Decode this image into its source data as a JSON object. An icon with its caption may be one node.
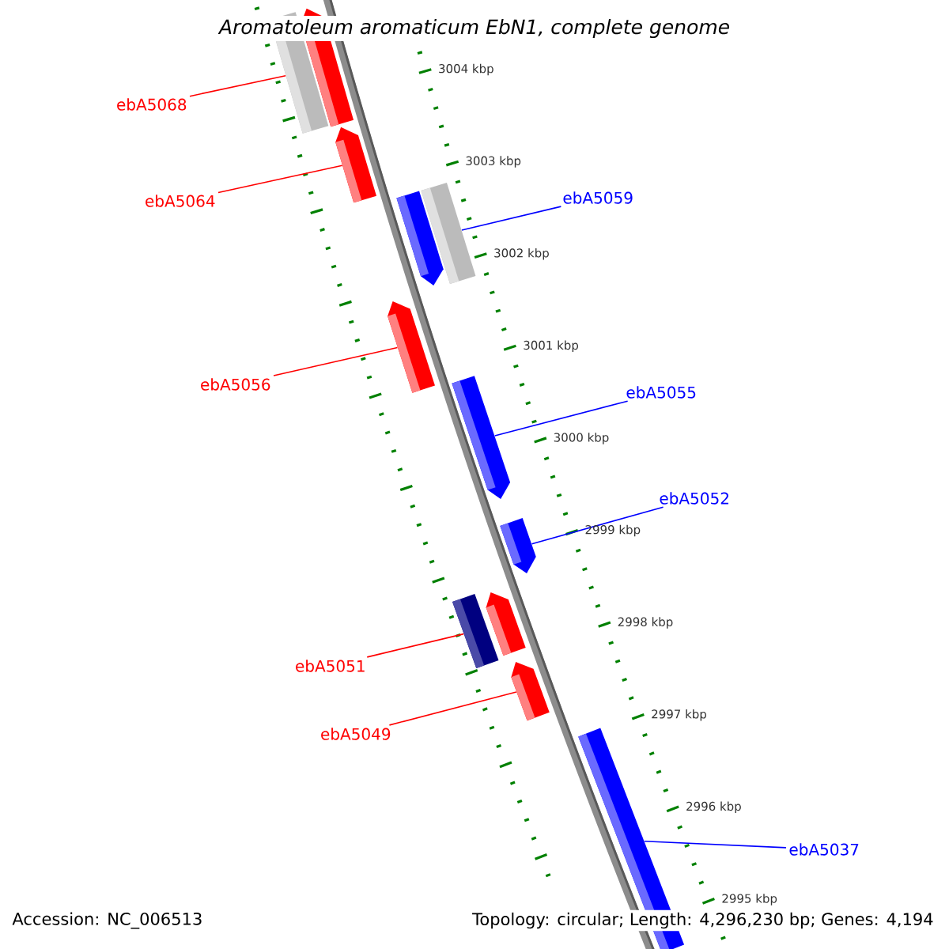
{
  "diagram": {
    "title": "Aromatoleum aromaticum EbN1, complete genome",
    "nodes": [
      {
        "text": [
          "ebA5068"
        ]
      },
      {
        "text": [
          "ebA5059"
        ]
      },
      {
        "text": [
          "ebA5064"
        ]
      },
      {
        "text": [
          "ebA5056"
        ]
      },
      {
        "text": [
          "ebA5055"
        ]
      },
      {
        "text": [
          "ebA5052"
        ]
      },
      {
        "text": [
          "ebA5051"
        ]
      },
      {
        "text": [
          "ebA5049"
        ]
      },
      {
        "text": [
          "ebA5037"
        ]
      },
      {
        "text": [],
        "shape": "bar"
      },
      {
        "text": [],
        "shape": "bar"
      },
      {
        "text": [],
        "shape": "bar"
      },
      {
        "text": [],
        "shape": "bar"
      },
      {
        "text": [],
        "shape": "bar"
      },
      {
        "text": [],
        "shape": "bar"
      },
      {
        "text": [],
        "shape": "bar"
      },
      {
        "text": [],
        "shape": "bar"
      },
      {
        "text": [],
        "shape": "bar"
      },
      {
        "text": [],
        "shape": "bar"
      },
      {
        "text": [],
        "shape": "bar"
      },
      {
        "text": [],
        "shape": "bar"
      }
    ],
    "edges": [
      {
        "from": 0,
        "to": 10,
        "arrow": "none"
      },
      {
        "from": 1,
        "to": 12,
        "arrow": "none",
        "color": "#0000ff"
      },
      {
        "from": 2,
        "to": 11,
        "arrow": "none"
      },
      {
        "from": 3,
        "to": 14,
        "arrow": "none"
      },
      {
        "from": 4,
        "to": 15,
        "arrow": "none",
        "color": "#0000ff"
      },
      {
        "from": 5,
        "to": 16,
        "arrow": "none",
        "color": "#0000ff"
      },
      {
        "from": 6,
        "to": 18,
        "arrow": "none"
      },
      {
        "from": 7,
        "to": 19,
        "arrow": "none"
      },
      {
        "from": 8,
        "to": 20,
        "arrow": "none",
        "color": "#0000ff"
      }
    ],
    "labels": [
      "3004 kbp",
      "3003 kbp",
      "3002 kbp",
      "3001 kbp",
      "3000 kbp",
      "2999 kbp",
      "2998 kbp",
      "2997 kbp",
      "2996 kbp",
      "2995 kbp",
      "Accession: NC_006513",
      "Topology: circular; Length: 4,296,230 bp; Genes: 4,194"
    ]
  }
}
